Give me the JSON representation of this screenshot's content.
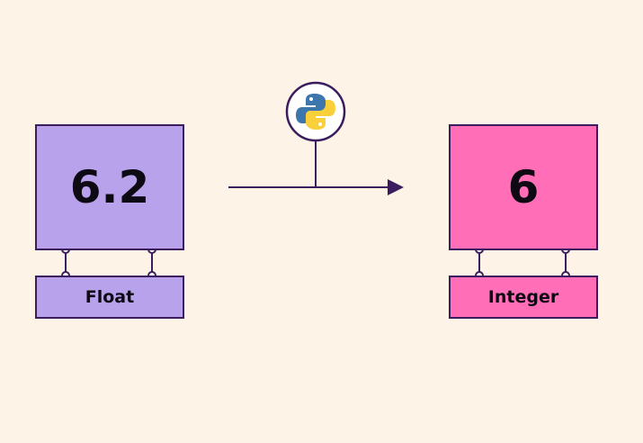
{
  "source": {
    "value": "6.2",
    "type_label": "Float",
    "color": "#b9a2ec"
  },
  "target": {
    "value": "6",
    "type_label": "Integer",
    "color": "#ff6eb7"
  },
  "converter": {
    "icon": "python-logo-icon"
  },
  "colors": {
    "background": "#fdf3e7",
    "stroke": "#3b1d5e"
  }
}
